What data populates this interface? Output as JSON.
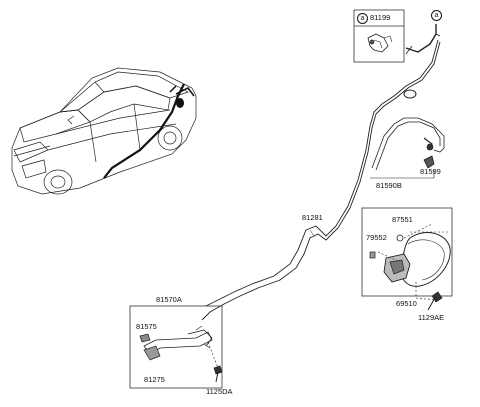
{
  "callout_symbol": "a",
  "inset": {
    "part_no": "81199"
  },
  "labels": {
    "p81590B": "81590B",
    "p81599": "81599",
    "p81281": "81281",
    "p87551": "87551",
    "p79552": "79552",
    "p69510": "69510",
    "p1129AE": "1129AE",
    "p81570A": "81570A",
    "p81575": "81575",
    "p81275": "81275",
    "p1125DA": "1125DA"
  },
  "icons": [
    "car-illustration",
    "fuel-filler-door",
    "fuel-door-actuator",
    "release-cable",
    "bolt",
    "cap",
    "clip"
  ]
}
